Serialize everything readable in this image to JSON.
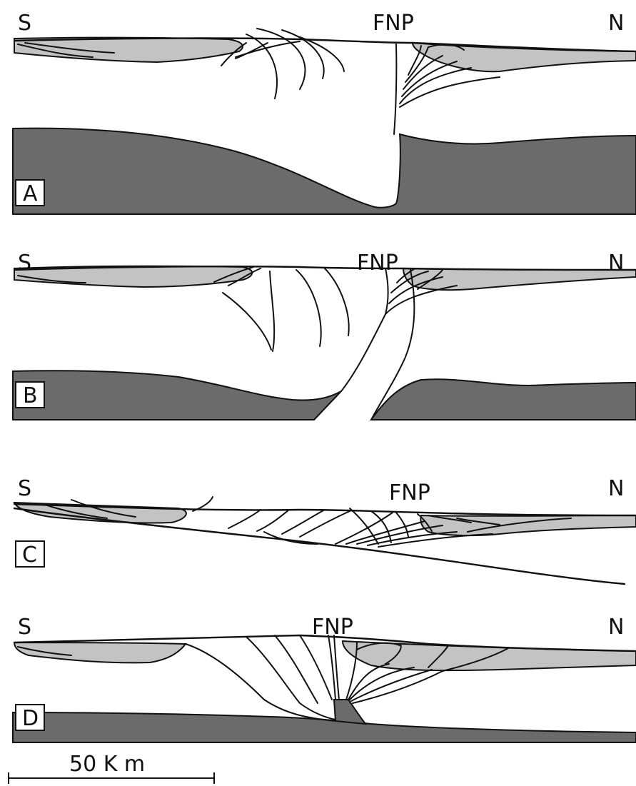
{
  "panels": [
    {
      "label": "A",
      "south": "S",
      "north": "N",
      "center": "FNP"
    },
    {
      "label": "B",
      "south": "S",
      "north": "N",
      "center": "FNP"
    },
    {
      "label": "C",
      "south": "S",
      "north": "N",
      "center": "FNP"
    },
    {
      "label": "D",
      "south": "S",
      "north": "N",
      "center": "FNP"
    }
  ],
  "scale": {
    "label": "50 K m"
  },
  "colors": {
    "crust": "#6b6b6b",
    "sediment": "#c3c3c3",
    "line": "#111111",
    "background": "#ffffff"
  }
}
